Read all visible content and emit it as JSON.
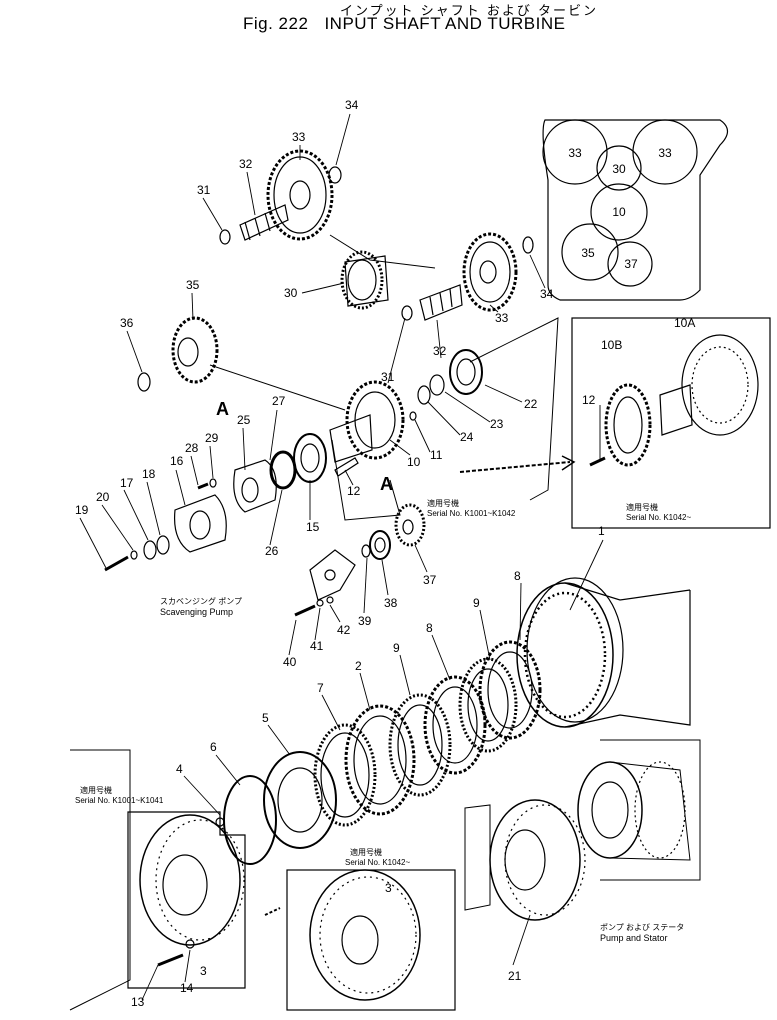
{
  "header": {
    "japanese_title": "インプット シャフト および タービン",
    "fig_number": "Fig. 222",
    "title": "INPUT SHAFT AND TURBINE"
  },
  "layout_key": [
    "33",
    "30",
    "33",
    "10",
    "35",
    "37"
  ],
  "part_labels": [
    "1",
    "2",
    "3",
    "3",
    "4",
    "5",
    "6",
    "7",
    "8",
    "8",
    "9",
    "9",
    "10",
    "10A",
    "10B",
    "11",
    "12",
    "12",
    "13",
    "14",
    "15",
    "16",
    "17",
    "18",
    "19",
    "20",
    "21",
    "22",
    "23",
    "24",
    "25",
    "26",
    "27",
    "28",
    "29",
    "30",
    "31",
    "31",
    "32",
    "32",
    "33",
    "33",
    "33",
    "34",
    "34",
    "35",
    "36",
    "37",
    "38",
    "39",
    "40",
    "41",
    "42"
  ],
  "view_markers": [
    "A",
    "A"
  ],
  "serial_notes": {
    "jp": "適用号機",
    "upper_left": "Serial No. K1001~K1042",
    "upper_right": "Serial No. K1042~",
    "lower_left": "Serial No. K1001~K1041",
    "lower_right": "Serial No. K1042~"
  },
  "captions": {
    "scavenging_jp": "スカベンジング ポンプ",
    "scavenging_en": "Scavenging Pump",
    "pump_jp": "ポンプ および ステータ",
    "pump_en": "Pump and Stator"
  }
}
